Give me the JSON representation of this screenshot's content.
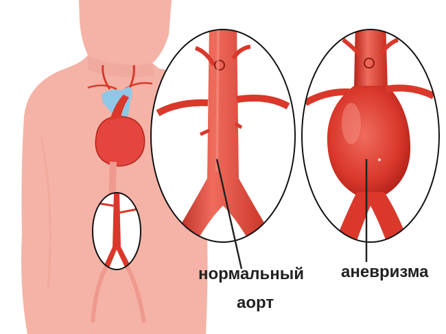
{
  "labels": {
    "normal_line1": "нормальный",
    "normal_line2": "аорт",
    "aneurysm": "аневризма"
  },
  "colors": {
    "skin": "#f4b3a6",
    "skin_shadow": "#eea496",
    "artery": "#d9382b",
    "artery_dark": "#b3231a",
    "artery_light": "#ef6c5d",
    "vein": "#8fc7e6",
    "heart": "#e4453f",
    "lens_outline": "#111111",
    "lens_fill": "#ffffff",
    "pointer": "#222222",
    "text": "#222222"
  }
}
